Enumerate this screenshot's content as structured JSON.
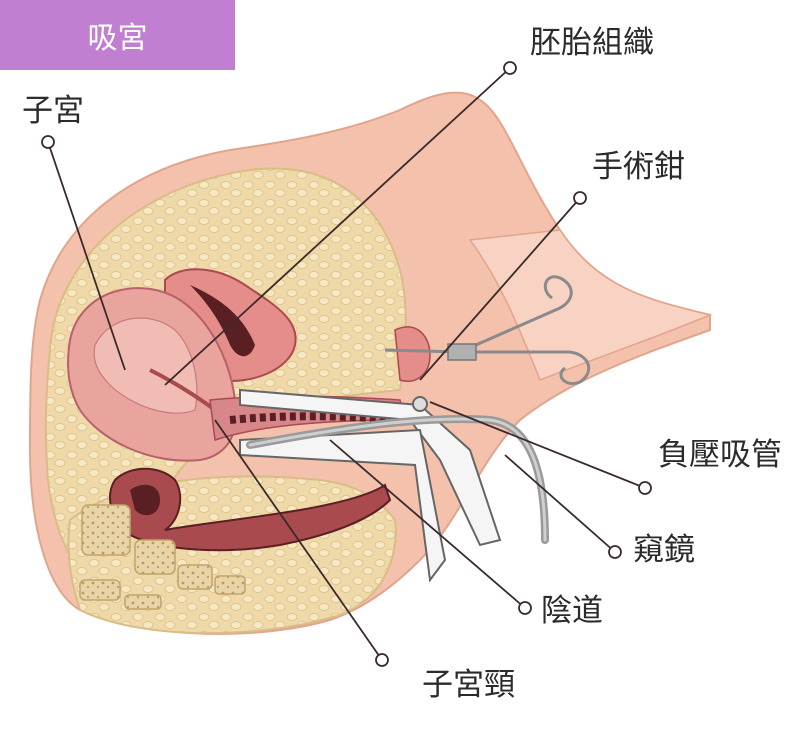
{
  "title": "吸宮",
  "labels": {
    "uterus": "子宮",
    "embryo_tissue": "胚胎組織",
    "forceps": "手術鉗",
    "suction_tube": "負壓吸管",
    "speculum": "窺鏡",
    "vagina": "陰道",
    "cervix": "子宮頸"
  },
  "colors": {
    "title_bg": "#c07fd0",
    "title_text": "#ffffff",
    "label_text": "#2b2b2b",
    "leader_line": "#3a2a2a",
    "skin": "#f4c1ad",
    "fat": "#efd9a8",
    "muscle": "#a94a4f",
    "dark_tissue": "#5a1f22",
    "instrument": "#9a9a9a"
  }
}
